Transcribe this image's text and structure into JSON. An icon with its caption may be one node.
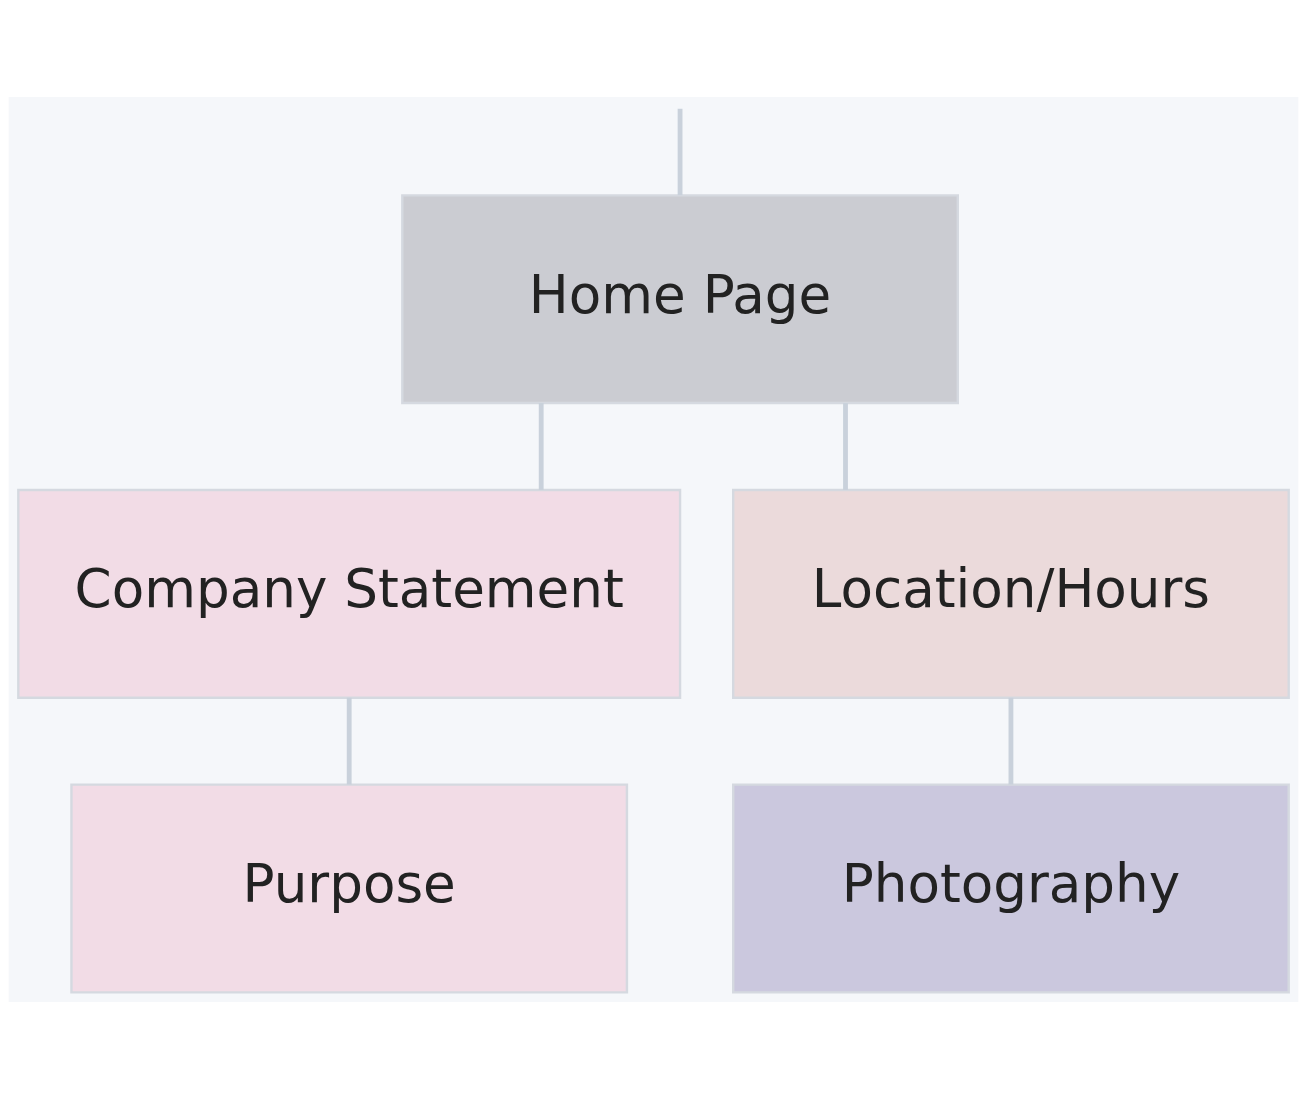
{
  "diagram": {
    "nodes": [
      {
        "text": [
          "Home Page"
        ]
      },
      {
        "text": [
          "Company Statement"
        ]
      },
      {
        "text": [
          "Location/Hours"
        ]
      },
      {
        "text": [
          "Purpose"
        ]
      },
      {
        "text": [
          "Photography"
        ]
      }
    ],
    "edges": [
      {
        "from": null,
        "to": 0,
        "arrow": "none"
      },
      {
        "from": 0,
        "to": 1,
        "arrow": "none"
      },
      {
        "from": 0,
        "to": 2,
        "arrow": "none"
      },
      {
        "from": 1,
        "to": 3,
        "arrow": "none"
      },
      {
        "from": 2,
        "to": 4,
        "arrow": "none"
      }
    ]
  }
}
